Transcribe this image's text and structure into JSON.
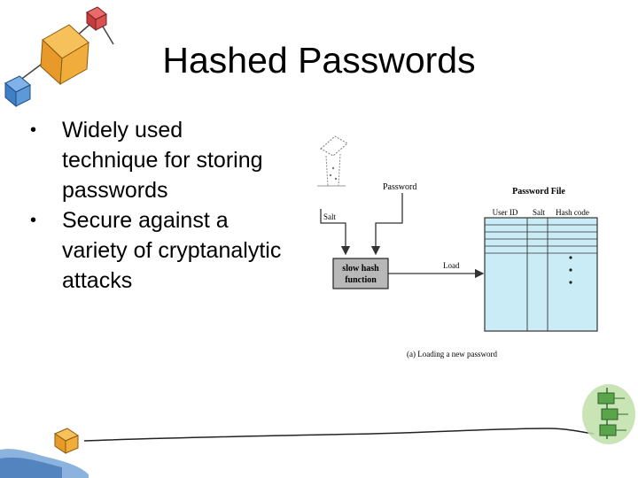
{
  "slide": {
    "title": "Hashed Passwords",
    "bullets": [
      "Widely used technique for storing passwords",
      "Secure against a variety of cryptanalytic attacks"
    ]
  },
  "diagram": {
    "password_label": "Password",
    "salt_label": "Salt",
    "hash_box_line1": "slow hash",
    "hash_box_line2": "function",
    "load_label": "Load",
    "file_title": "Password File",
    "columns": [
      "User ID",
      "Salt",
      "Hash code"
    ],
    "caption": "(a) Loading a new password"
  },
  "colors": {
    "table_fill": "#c9ecf6",
    "hash_box_fill": "#b8b8b8",
    "line": "#333333"
  }
}
